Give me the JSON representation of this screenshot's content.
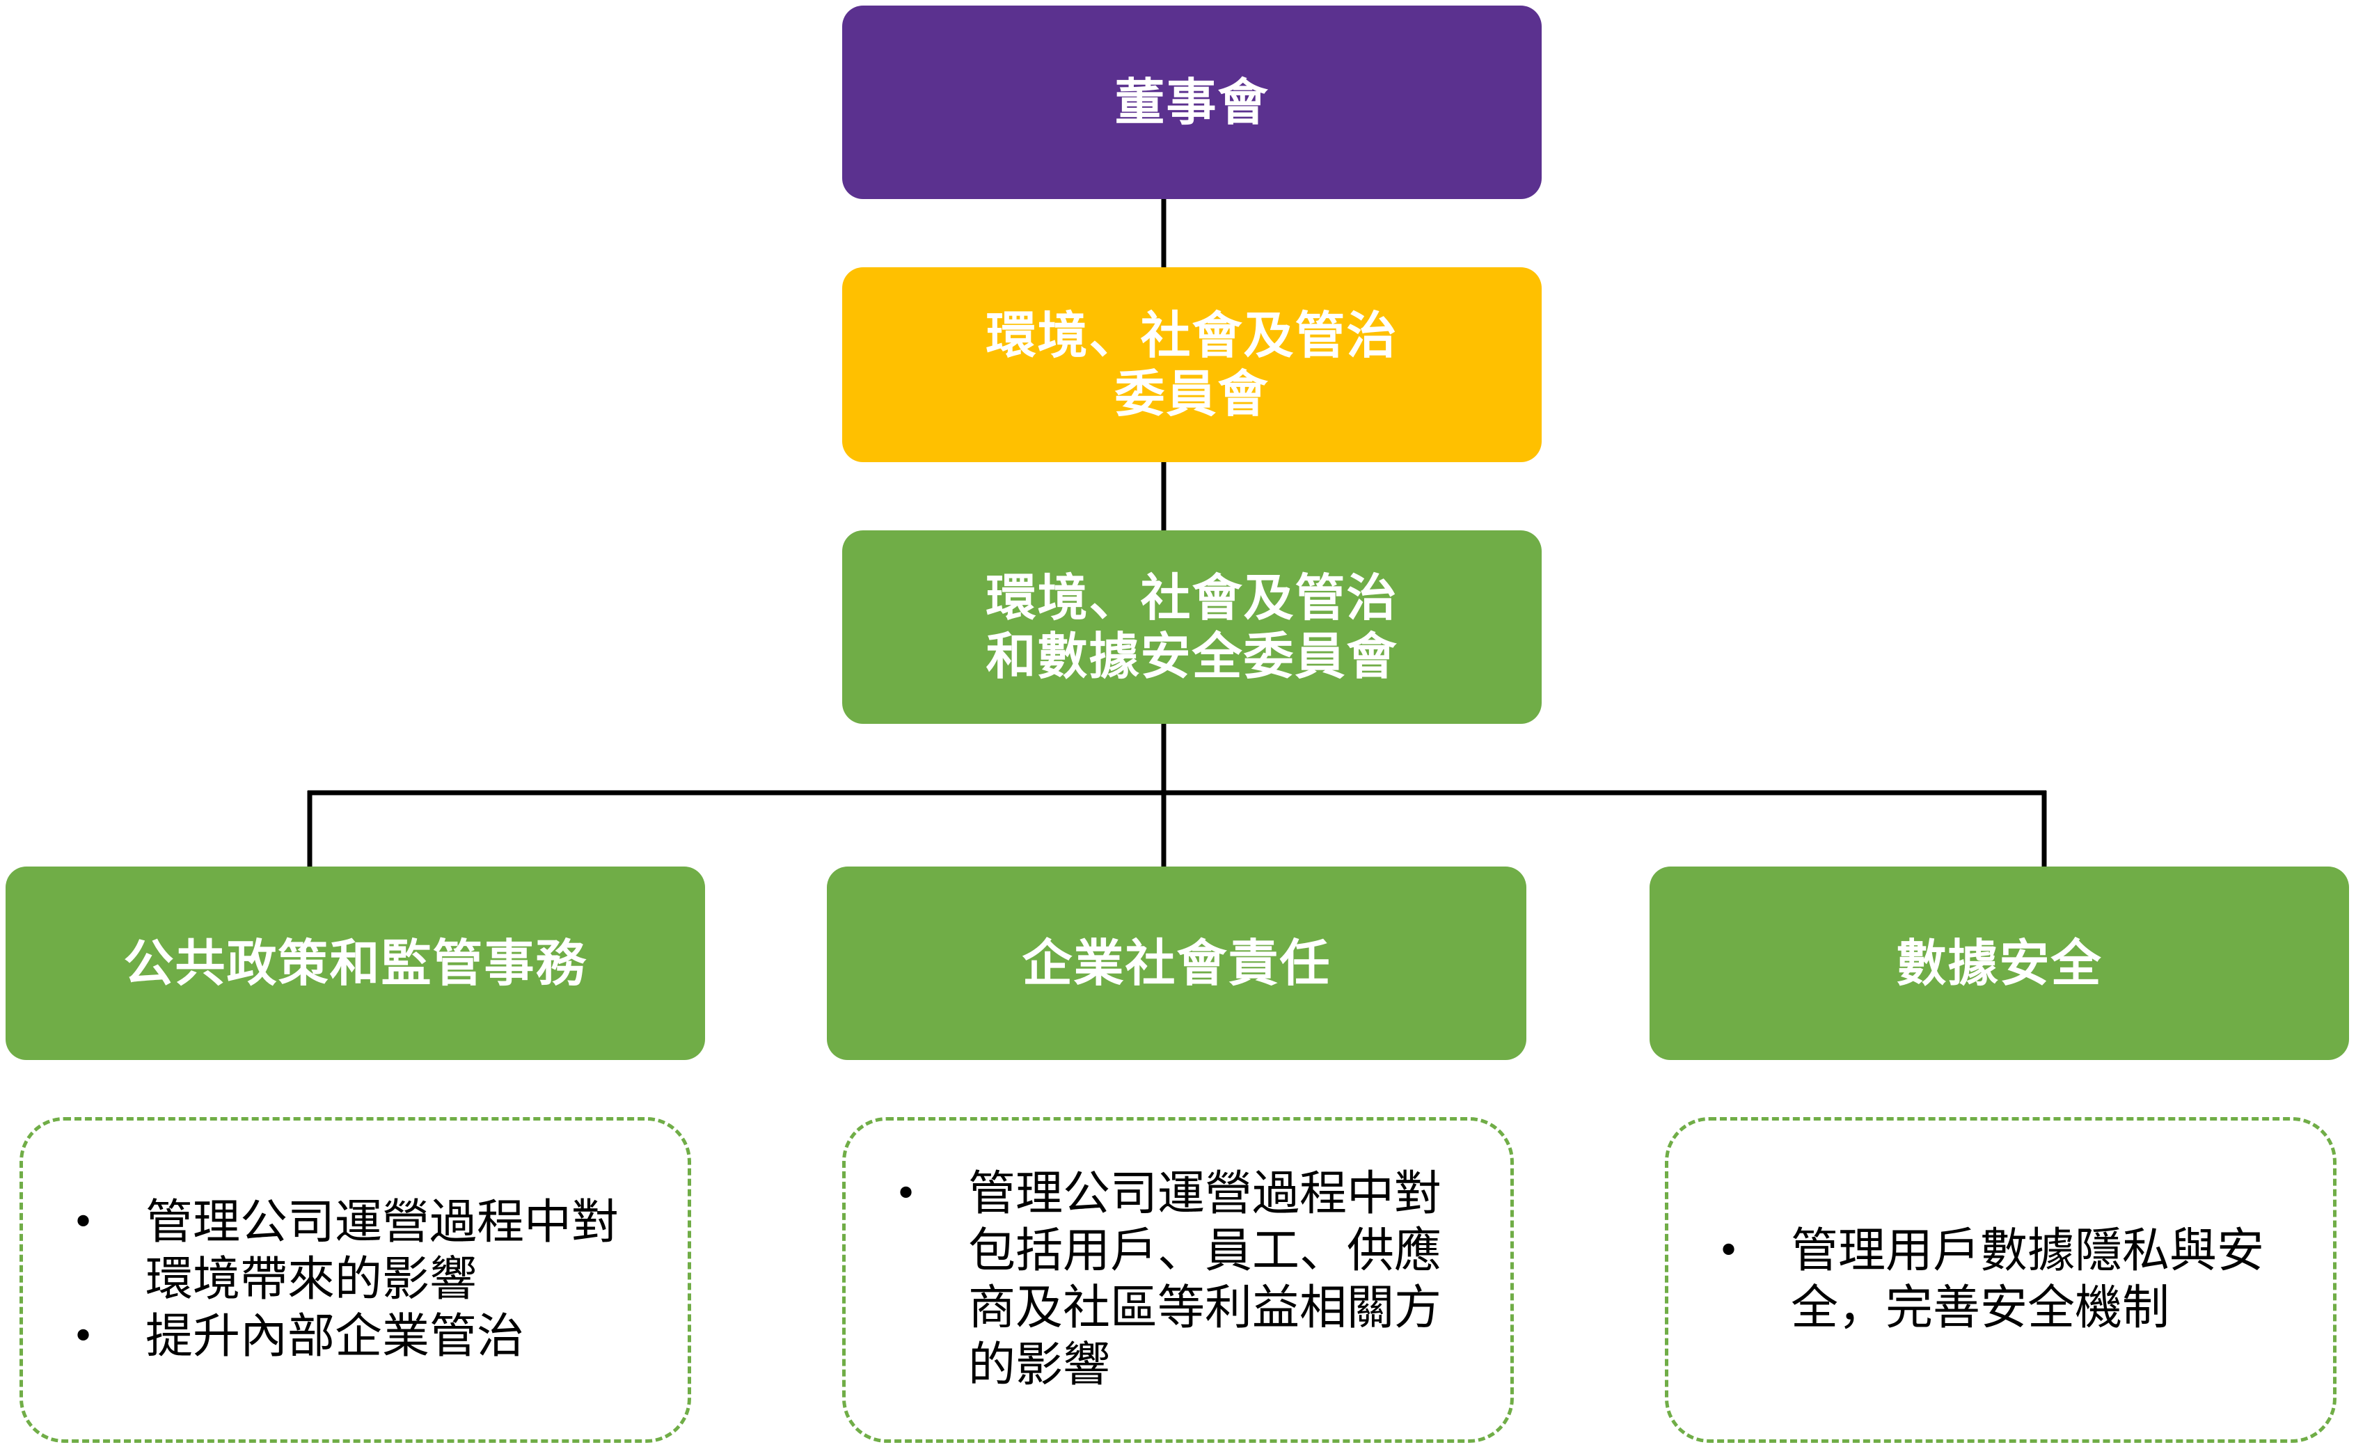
{
  "colors": {
    "board": "#5b318f",
    "esg_committee": "#ffc000",
    "green_boxes": "#70ad47",
    "connector": "#000000",
    "dashed_border": "#70ad47",
    "box_text": "#ffffff"
  },
  "board": {
    "label": "董事會"
  },
  "esg_committee": {
    "line1": "環境、社會及管治",
    "line2": "委員會"
  },
  "esg_data_committee": {
    "line1": "環境、社會及管治",
    "line2": "和數據安全委員會"
  },
  "areas": [
    {
      "title": "公共政策和監管事務",
      "items": [
        {
          "line1": "管理公司運營過程中對",
          "line2": "環境帶來的影響"
        },
        {
          "line1": "提升內部企業管治",
          "line2": ""
        }
      ]
    },
    {
      "title": "企業社會責任",
      "items": [
        {
          "line1": "管理公司運營過程中對",
          "line2": "包括用戶、員工、供應",
          "line3": "商及社區等利益相關方",
          "line4": "的影響"
        }
      ]
    },
    {
      "title": "數據安全",
      "items": [
        {
          "line1": "管理用戶數據隱私與安",
          "line2": "全，完善安全機制"
        }
      ]
    }
  ],
  "bullet_symbol": "•"
}
